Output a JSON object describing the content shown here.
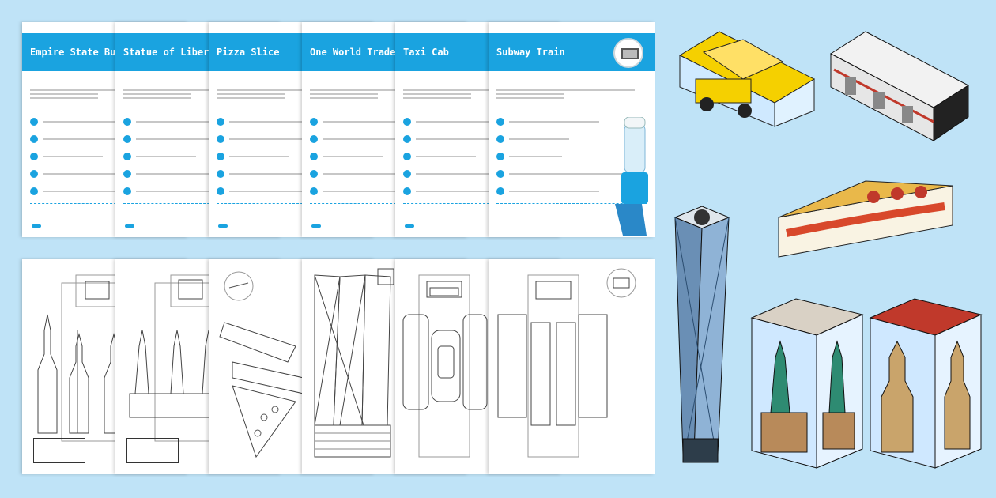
{
  "sheets": [
    {
      "title": "Empire State Bui"
    },
    {
      "title": "Statue of Liberty"
    },
    {
      "title": "Pizza Slice"
    },
    {
      "title": "One World Trade"
    },
    {
      "title": "Taxi Cab"
    },
    {
      "title": "Subway Train"
    }
  ],
  "colors": {
    "background": "#bfe3f7",
    "accent": "#1aa3e0",
    "taxi": "#f5d000",
    "pizza_sauce": "#d8482b"
  },
  "models": [
    {
      "name": "taxi-cab-model"
    },
    {
      "name": "subway-train-model"
    },
    {
      "name": "pizza-slice-model"
    },
    {
      "name": "one-world-trade-model"
    },
    {
      "name": "statue-of-liberty-model"
    },
    {
      "name": "empire-state-model"
    }
  ]
}
